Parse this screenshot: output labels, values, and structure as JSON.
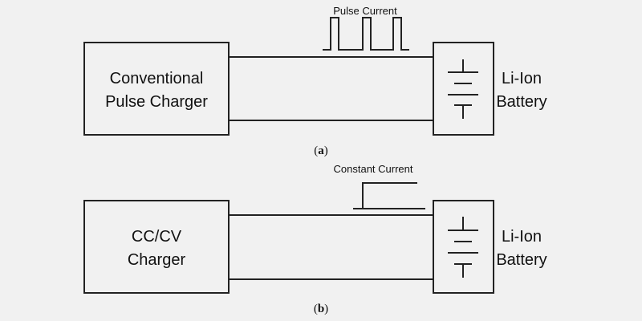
{
  "panel_a": {
    "charger_line1": "Conventional",
    "charger_line2": "Pulse Charger",
    "signal_label": "Pulse Current",
    "battery_line1": "Li-Ion",
    "battery_line2": "Battery",
    "caption_open": "(",
    "caption_letter": "a",
    "caption_close": ")"
  },
  "panel_b": {
    "charger_line1": "CC/CV",
    "charger_line2": "Charger",
    "signal_label": "Constant Current",
    "battery_line1": "Li-Ion",
    "battery_line2": "Battery",
    "caption_open": "(",
    "caption_letter": "b",
    "caption_close": ")"
  }
}
